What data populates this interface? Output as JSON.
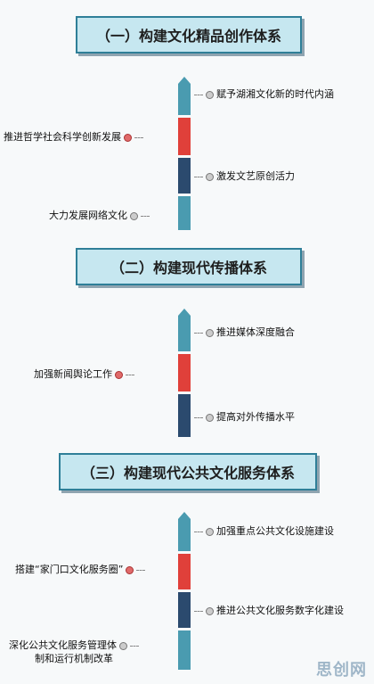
{
  "sections": [
    {
      "title": "（一）构建文化精品创作体系",
      "items": [
        "赋予湖湘文化新的时代内涵",
        "推进哲学社会科学创新发展",
        "激发文艺原创活力",
        "大力发展网络文化"
      ]
    },
    {
      "title": "（二）构建现代传播体系",
      "items": [
        "推进媒体深度融合",
        "加强新闻舆论工作",
        "提高对外传播水平"
      ]
    },
    {
      "title": "（三）构建现代公共文化服务体系",
      "items": [
        "加强重点公共文化设施建设",
        "搭建“家门口文化服务圈”",
        "推进公共文化服务数字化建设",
        "深化公共文化服务管理体",
        "制和运行机制改革"
      ]
    }
  ],
  "watermark": "思创网",
  "colors": {
    "teal": "#4a9bb0",
    "red": "#e0403a",
    "navy": "#2b4a6e",
    "box_bg": "#c6e7f0",
    "box_border": "#2f7f98"
  }
}
